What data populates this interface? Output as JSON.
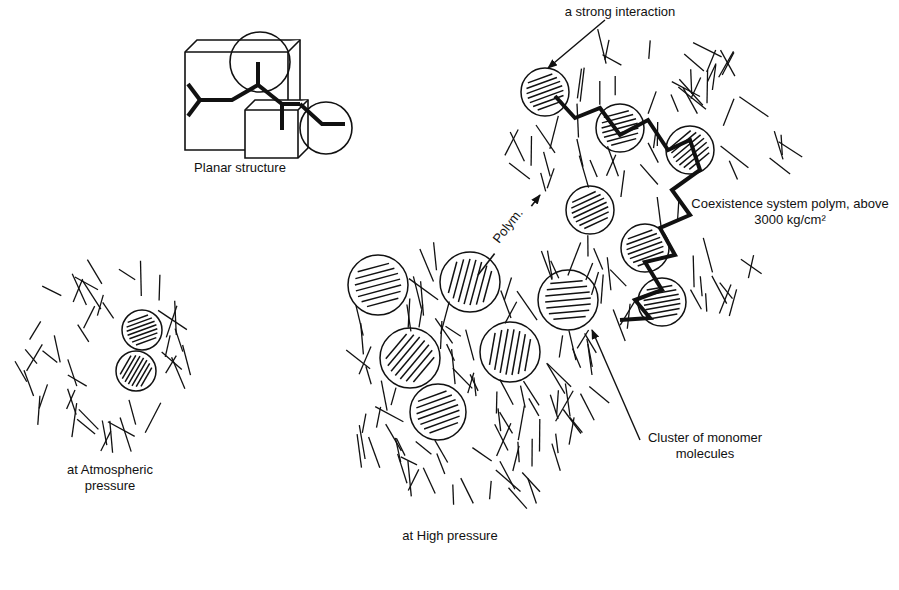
{
  "diagram": {
    "labels": [
      "a strong interaction",
      "Planar structure",
      "Polym.",
      "Coexistence system polym, above 3000 kg/cm²",
      "Cluster of monomer molecules",
      "at Atmospheric pressure",
      "at High pressure"
    ]
  }
}
